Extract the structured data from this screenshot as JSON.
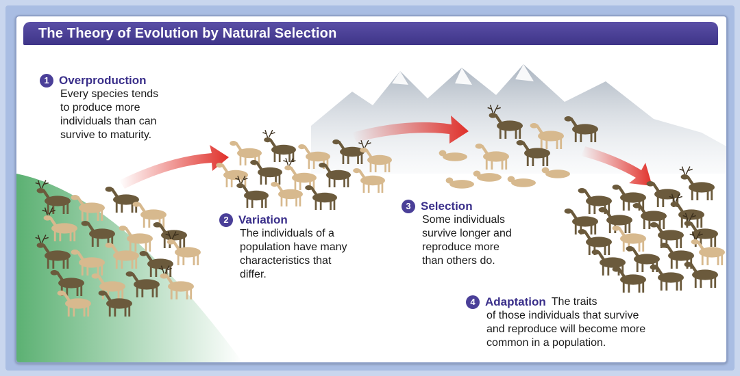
{
  "title": "The Theory of Evolution by Natural Selection",
  "steps": [
    {
      "number": "1",
      "title": "Overproduction",
      "text": "Every species tends\nto produce more\nindividuals than can\nsurvive to maturity."
    },
    {
      "number": "2",
      "title": "Variation",
      "text": "The individuals of a\npopulation have many\ncharacteristics that\ndiffer."
    },
    {
      "number": "3",
      "title": "Selection",
      "text": "Some individuals\nsurvive longer and\nreproduce more\nthan others do."
    },
    {
      "number": "4",
      "title": "Adaptation",
      "title_tail": "The traits",
      "text": "of those individuals that survive\nand reproduce will become more\ncommon in a population."
    }
  ],
  "colors": {
    "title_bar": "#3e3488",
    "accent": "#4a3f98",
    "arrow": "#e0302a",
    "caribou_dark": "#6b5a3c",
    "caribou_light": "#d7b98e",
    "grass": "#3fa35a",
    "mountains": "#c6cdd6"
  },
  "icons": [
    "arrow-right-icon",
    "caribou-icon",
    "mountain-icon"
  ]
}
